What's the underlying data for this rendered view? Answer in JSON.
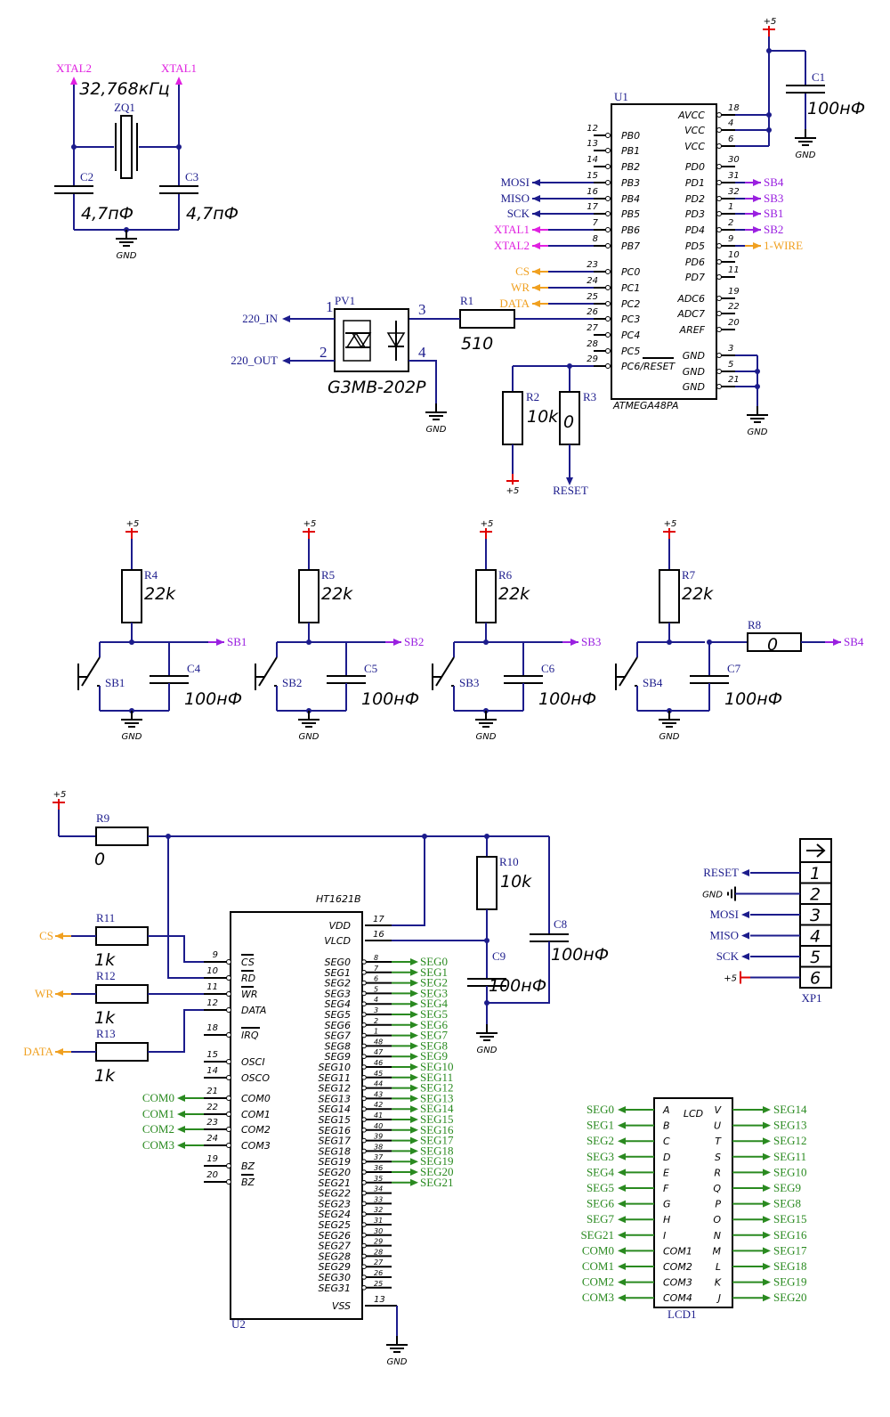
{
  "colors": {
    "wire": "#1c1c8c",
    "power": "#e00000",
    "magenta": "#e020e0",
    "orange": "#f0a020",
    "purple": "#9a20e0",
    "green": "#2a8a20",
    "blue": "#1c1c8c"
  },
  "labels": {
    "plus5": "+5",
    "gnd": "GND",
    "xtal1": "XTAL1",
    "xtal2": "XTAL2",
    "mosi": "MOSI",
    "miso": "MISO",
    "sck": "SCK",
    "cs": "CS",
    "wr": "WR",
    "data": "DATA",
    "reset": "RESET",
    "in220": "220_IN",
    "out220": "220_OUT",
    "sb1": "SB1",
    "sb2": "SB2",
    "sb3": "SB3",
    "sb4": "SB4",
    "onewire": "1-WIRE",
    "com0": "COM0",
    "com1": "COM1",
    "com2": "COM2",
    "com3": "COM3"
  },
  "crystal": {
    "ref": "ZQ1",
    "freq": "32,768кГц",
    "c2_ref": "C2",
    "c2_val": "4,7пФ",
    "c3_ref": "C3",
    "c3_val": "4,7пФ"
  },
  "c1": {
    "ref": "C1",
    "val": "100нФ"
  },
  "pv1": {
    "ref": "PV1",
    "part": "G3MB-202P",
    "p1": "1",
    "p2": "2",
    "p3": "3",
    "p4": "4"
  },
  "r1": {
    "ref": "R1",
    "val": "510"
  },
  "r2": {
    "ref": "R2",
    "val": "10k"
  },
  "r3": {
    "ref": "R3",
    "val": "0"
  },
  "u1": {
    "ref": "U1",
    "part": "ATMEGA48PA",
    "left": [
      [
        "12",
        "PB0"
      ],
      [
        "13",
        "PB1"
      ],
      [
        "14",
        "PB2"
      ],
      [
        "15",
        "PB3"
      ],
      [
        "16",
        "PB4"
      ],
      [
        "17",
        "PB5"
      ],
      [
        "7",
        "PB6"
      ],
      [
        "8",
        "PB7"
      ],
      [
        "23",
        "PC0"
      ],
      [
        "24",
        "PC1"
      ],
      [
        "25",
        "PC2"
      ],
      [
        "26",
        "PC3"
      ],
      [
        "27",
        "PC4"
      ],
      [
        "28",
        "PC5"
      ],
      [
        "29",
        "PC6/RESET"
      ]
    ],
    "right": [
      [
        "18",
        "AVCC"
      ],
      [
        "4",
        "VCC"
      ],
      [
        "6",
        "VCC"
      ],
      [
        "30",
        "PD0"
      ],
      [
        "31",
        "PD1"
      ],
      [
        "32",
        "PD2"
      ],
      [
        "1",
        "PD3"
      ],
      [
        "2",
        "PD4"
      ],
      [
        "9",
        "PD5"
      ],
      [
        "10",
        "PD6"
      ],
      [
        "11",
        "PD7"
      ],
      [
        "19",
        "ADC6"
      ],
      [
        "22",
        "ADC7"
      ],
      [
        "20",
        "AREF"
      ],
      [
        "3",
        "GND"
      ],
      [
        "5",
        "GND"
      ],
      [
        "21",
        "GND"
      ]
    ]
  },
  "buttons": [
    {
      "r": "R4",
      "rv": "22k",
      "sb": "SB1",
      "c": "C4",
      "cv": "100нФ",
      "net": "SB1"
    },
    {
      "r": "R5",
      "rv": "22k",
      "sb": "SB2",
      "c": "C5",
      "cv": "100нФ",
      "net": "SB2"
    },
    {
      "r": "R6",
      "rv": "22k",
      "sb": "SB3",
      "c": "C6",
      "cv": "100нФ",
      "net": "SB3"
    },
    {
      "r": "R7",
      "rv": "22k",
      "sb": "SB4",
      "c": "C7",
      "cv": "100нФ",
      "net": "SB4",
      "r8": "R8",
      "r8v": "0"
    }
  ],
  "r9": {
    "ref": "R9",
    "val": "0"
  },
  "r10": {
    "ref": "R10",
    "val": "10k"
  },
  "r11": {
    "ref": "R11",
    "val": "1k"
  },
  "r12": {
    "ref": "R12",
    "val": "1k"
  },
  "r13": {
    "ref": "R13",
    "val": "1k"
  },
  "c8": {
    "ref": "C8",
    "val": "100нФ"
  },
  "c9": {
    "ref": "C9",
    "val": "100нФ"
  },
  "u2": {
    "ref": "U2",
    "part": "HT1621B",
    "left": [
      [
        "9",
        "CS"
      ],
      [
        "10",
        "RD"
      ],
      [
        "11",
        "WR"
      ],
      [
        "12",
        "DATA"
      ],
      [
        "18",
        "IRQ"
      ],
      [
        "15",
        "OSCI"
      ],
      [
        "14",
        "OSCO"
      ],
      [
        "21",
        "COM0"
      ],
      [
        "22",
        "COM1"
      ],
      [
        "23",
        "COM2"
      ],
      [
        "24",
        "COM3"
      ],
      [
        "19",
        "BZ"
      ],
      [
        "20",
        "BZ"
      ]
    ],
    "top": [
      [
        "17",
        "VDD"
      ],
      [
        "16",
        "VLCD"
      ]
    ],
    "seg": [
      [
        "8",
        "SEG0"
      ],
      [
        "7",
        "SEG1"
      ],
      [
        "6",
        "SEG2"
      ],
      [
        "5",
        "SEG3"
      ],
      [
        "4",
        "SEG4"
      ],
      [
        "3",
        "SEG5"
      ],
      [
        "2",
        "SEG6"
      ],
      [
        "1",
        "SEG7"
      ],
      [
        "48",
        "SEG8"
      ],
      [
        "47",
        "SEG9"
      ],
      [
        "46",
        "SEG10"
      ],
      [
        "45",
        "SEG11"
      ],
      [
        "44",
        "SEG12"
      ],
      [
        "43",
        "SEG13"
      ],
      [
        "42",
        "SEG14"
      ],
      [
        "41",
        "SEG15"
      ],
      [
        "40",
        "SEG16"
      ],
      [
        "39",
        "SEG17"
      ],
      [
        "38",
        "SEG18"
      ],
      [
        "37",
        "SEG19"
      ],
      [
        "36",
        "SEG20"
      ],
      [
        "35",
        "SEG21"
      ],
      [
        "34",
        "SEG22"
      ],
      [
        "33",
        "SEG23"
      ],
      [
        "32",
        "SEG24"
      ],
      [
        "31",
        "SEG25"
      ],
      [
        "30",
        "SEG26"
      ],
      [
        "29",
        "SEG27"
      ],
      [
        "28",
        "SEG28"
      ],
      [
        "27",
        "SEG29"
      ],
      [
        "26",
        "SEG30"
      ],
      [
        "25",
        "SEG31"
      ]
    ],
    "vss": [
      "13",
      "VSS"
    ]
  },
  "xp1": {
    "ref": "XP1",
    "pins": [
      [
        "1",
        "RESET"
      ],
      [
        "2",
        "GND"
      ],
      [
        "3",
        "MOSI"
      ],
      [
        "4",
        "MISO"
      ],
      [
        "5",
        "SCK"
      ],
      [
        "6",
        "+5"
      ]
    ]
  },
  "lcd": {
    "ref": "LCD1",
    "title": "LCD",
    "left": [
      [
        "A",
        "SEG0"
      ],
      [
        "B",
        "SEG1"
      ],
      [
        "C",
        "SEG2"
      ],
      [
        "D",
        "SEG3"
      ],
      [
        "E",
        "SEG4"
      ],
      [
        "F",
        "SEG5"
      ],
      [
        "G",
        "SEG6"
      ],
      [
        "H",
        "SEG7"
      ],
      [
        "I",
        "SEG21"
      ],
      [
        "COM1",
        "COM0"
      ],
      [
        "COM2",
        "COM1"
      ],
      [
        "COM3",
        "COM2"
      ],
      [
        "COM4",
        "COM3"
      ]
    ],
    "right": [
      [
        "V",
        "SEG14"
      ],
      [
        "U",
        "SEG13"
      ],
      [
        "T",
        "SEG12"
      ],
      [
        "S",
        "SEG11"
      ],
      [
        "R",
        "SEG10"
      ],
      [
        "Q",
        "SEG9"
      ],
      [
        "P",
        "SEG8"
      ],
      [
        "O",
        "SEG15"
      ],
      [
        "N",
        "SEG16"
      ],
      [
        "M",
        "SEG17"
      ],
      [
        "L",
        "SEG18"
      ],
      [
        "K",
        "SEG19"
      ],
      [
        "J",
        "SEG20"
      ]
    ]
  }
}
